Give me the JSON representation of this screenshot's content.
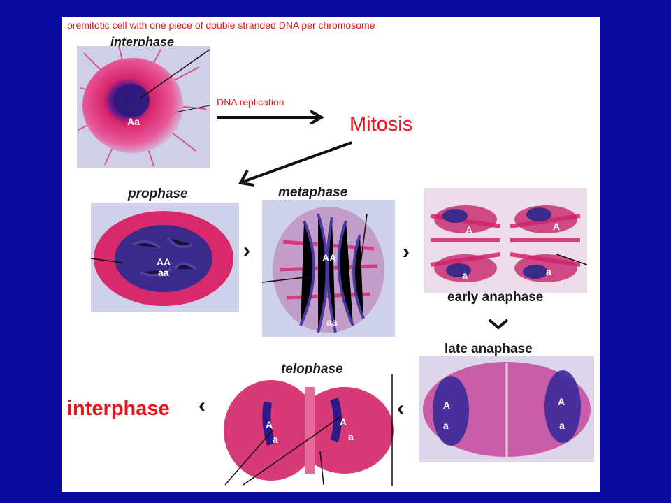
{
  "header_note": "premitotic cell with one piece of double stranded DNA per chromosome",
  "arrow_label": "DNA replication",
  "center_title": "Mitosis",
  "final_stage": "interphase",
  "stages": {
    "interphase": {
      "label": "interphase",
      "alleles": [
        "Aa"
      ]
    },
    "prophase": {
      "label": "prophase",
      "alleles": [
        "AA",
        "aa"
      ]
    },
    "metaphase": {
      "label": "metaphase",
      "alleles": [
        "AA",
        "aa"
      ]
    },
    "early_anaphase": {
      "label": "early anaphase",
      "alleles": [
        "A",
        "A",
        "a",
        "a"
      ]
    },
    "late_anaphase": {
      "label": "late anaphase",
      "alleles": [
        "A",
        "A",
        "a",
        "a"
      ]
    },
    "telophase": {
      "label": "telophase",
      "alleles": [
        "A",
        "A",
        "a",
        "a"
      ]
    }
  },
  "colors": {
    "background": "#0a0a9c",
    "panel": "#ffffff",
    "accent_red": "#e8141c",
    "stain_pink": "#d8246a",
    "stain_purple": "#3a2a9a"
  }
}
